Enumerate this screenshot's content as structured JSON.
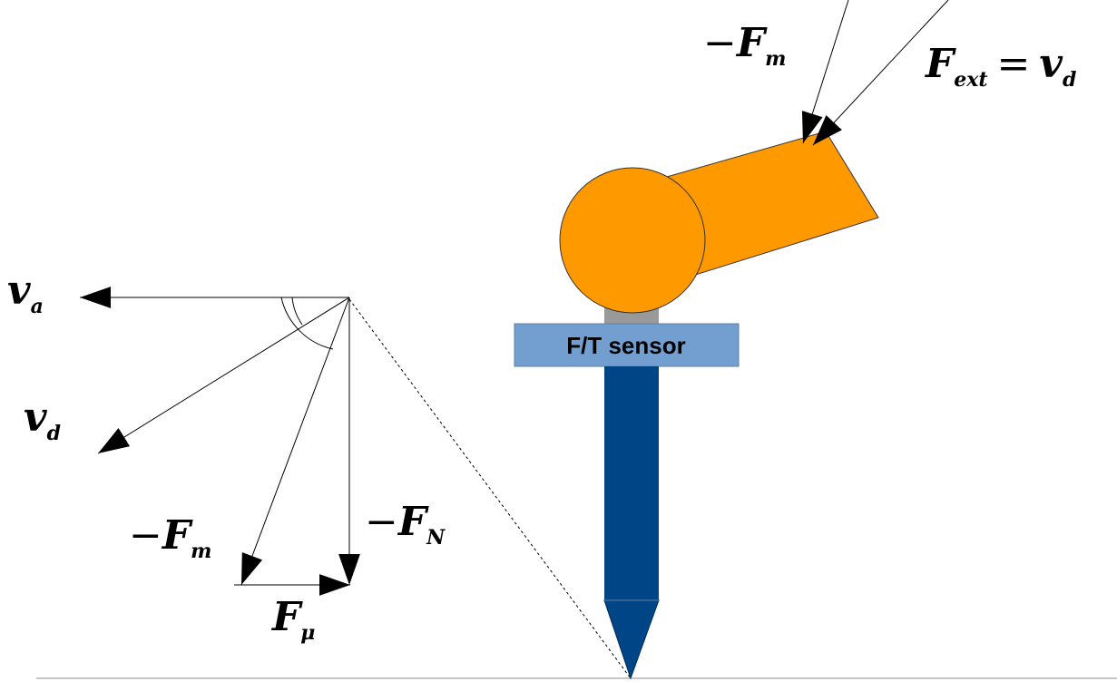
{
  "labels": {
    "neg_fm_top": {
      "sign": "−",
      "base": "F",
      "sub": "m"
    },
    "fext": {
      "base": "F",
      "sub": "ext",
      "eq": "=",
      "rhs_base": "v",
      "rhs_sub": "d"
    },
    "va": {
      "base": "v",
      "sub": "a"
    },
    "vd": {
      "base": "v",
      "sub": "d"
    },
    "neg_fm": {
      "sign": "−",
      "base": "F",
      "sub": "m"
    },
    "neg_fn": {
      "sign": "−",
      "base": "F",
      "sub": "N"
    },
    "fmu": {
      "base": "F",
      "sub": "μ"
    },
    "sensor": "F/T sensor"
  },
  "colors": {
    "robot_orange": "#ff9900",
    "robot_outline": "#333333",
    "joint_gray": "#999999",
    "sensor_blue": "#729fcf",
    "sensor_outline": "#5a7fa8",
    "tool_blue": "#004586",
    "ground": "#b3b3b3",
    "vector": "#000000"
  }
}
